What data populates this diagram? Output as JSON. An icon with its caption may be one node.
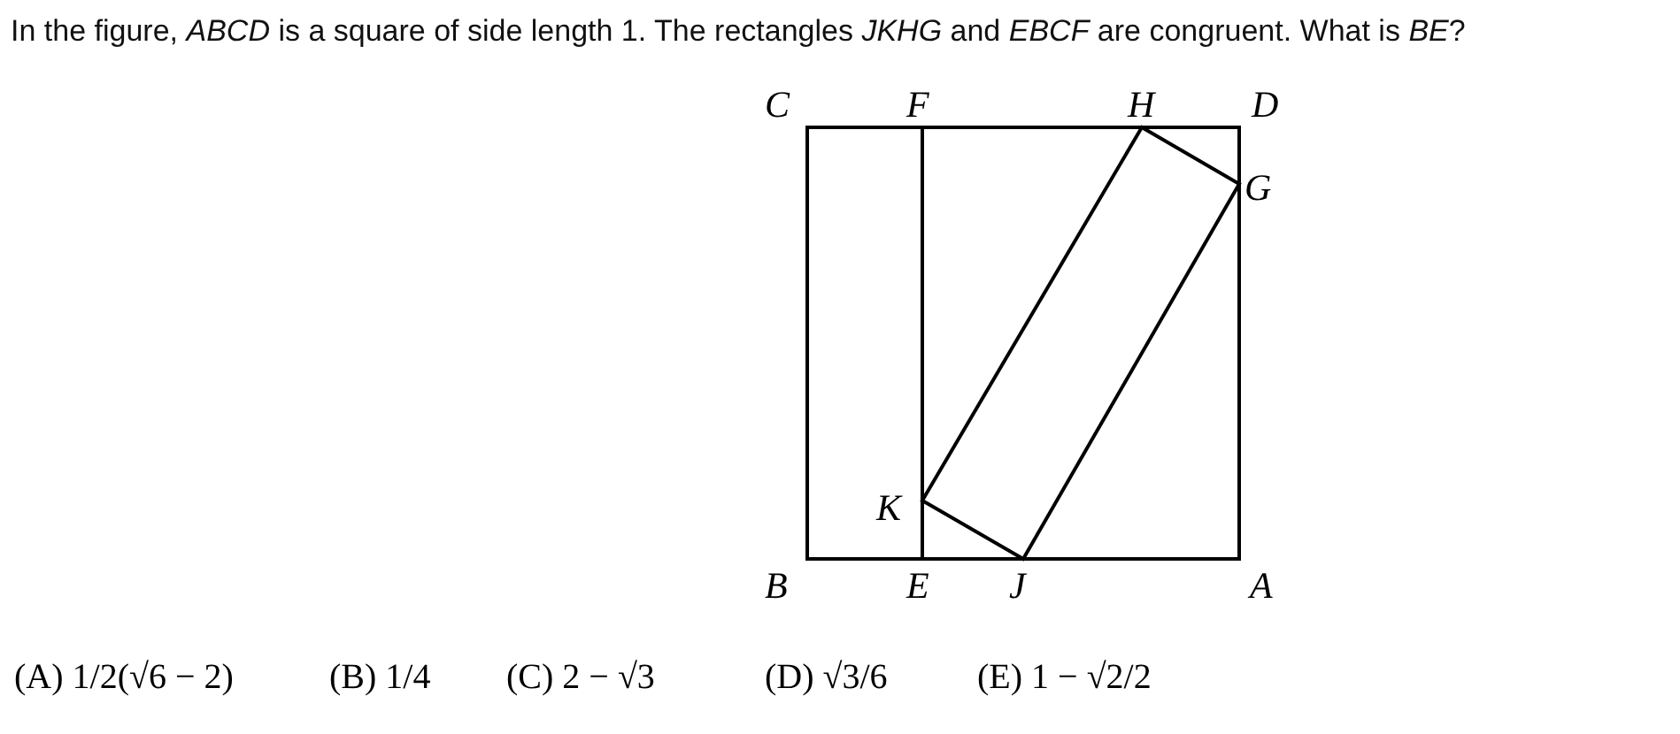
{
  "diagram": {
    "title": "In the figure, *ABCD* is a square of side length 1. The rectangles *JKHG* and *EBCF* are congruent. What is *BE*?",
    "labels": [
      "C",
      "F",
      "H",
      "D",
      "G",
      "K",
      "B",
      "E",
      "J",
      "A",
      "(A) 1/2(√6 − 2)",
      "(B) 1/4",
      "(C) 2 − √3",
      "(D) √3/6",
      "(E) 1 − √2/2"
    ]
  }
}
